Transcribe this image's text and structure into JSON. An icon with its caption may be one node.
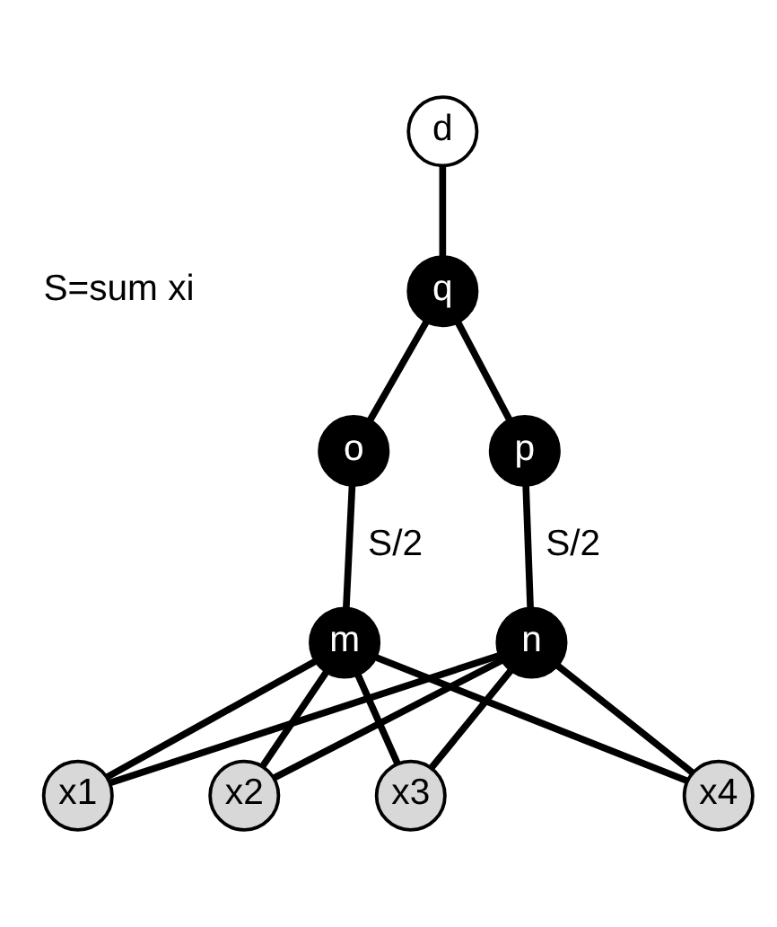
{
  "diagram": {
    "nodes": [
      {
        "text": [
          "d"
        ]
      },
      {
        "text": [
          "q"
        ]
      },
      {
        "text": [
          "o"
        ]
      },
      {
        "text": [
          "p"
        ]
      },
      {
        "text": [
          "m"
        ]
      },
      {
        "text": [
          "n"
        ]
      },
      {
        "text": [
          "x1"
        ]
      },
      {
        "text": [
          "x2"
        ]
      },
      {
        "text": [
          "x3"
        ]
      },
      {
        "text": [
          "x4"
        ]
      }
    ],
    "edges": [
      {
        "from": 0,
        "to": 1,
        "arrow": "none"
      },
      {
        "from": 1,
        "to": 2,
        "arrow": "none"
      },
      {
        "from": 1,
        "to": 3,
        "arrow": "none"
      },
      {
        "from": 2,
        "to": 4,
        "arrow": "none",
        "label": "S/2"
      },
      {
        "from": 3,
        "to": 5,
        "arrow": "none",
        "label": "S/2"
      },
      {
        "from": 4,
        "to": 6,
        "arrow": "none"
      },
      {
        "from": 4,
        "to": 7,
        "arrow": "none"
      },
      {
        "from": 4,
        "to": 8,
        "arrow": "none"
      },
      {
        "from": 4,
        "to": 9,
        "arrow": "none"
      },
      {
        "from": 5,
        "to": 6,
        "arrow": "none"
      },
      {
        "from": 5,
        "to": 7,
        "arrow": "none"
      },
      {
        "from": 5,
        "to": 8,
        "arrow": "none"
      },
      {
        "from": 5,
        "to": 9,
        "arrow": "none"
      }
    ],
    "labels": [
      "S=sum xi"
    ]
  }
}
